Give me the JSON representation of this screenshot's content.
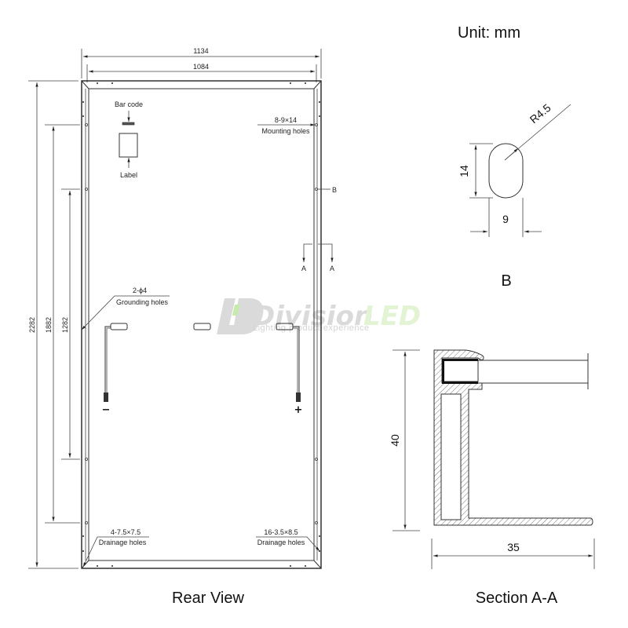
{
  "unit_label": "Unit: mm",
  "rear_view": {
    "title": "Rear View",
    "dimensions": {
      "overall_width": "1134",
      "inner_width": "1084",
      "overall_height": "2282",
      "mount_spacing_outer": "1882",
      "mount_spacing_inner": "1282"
    },
    "callouts": {
      "bar_code": "Bar code",
      "label": "Label",
      "mounting_spec": "8-9×14",
      "mounting_holes": "Mounting holes",
      "grounding_spec": "2-ϕ4",
      "grounding_holes": "Grounding holes",
      "drainage_left_spec": "4-7.5×7.5",
      "drainage_left_label": "Drainage holes",
      "drainage_right_spec": "16-3.5×8.5",
      "drainage_right_label": "Drainage holes",
      "detail_b_marker": "B",
      "section_marker_left": "A",
      "section_marker_right": "A"
    },
    "polarity": {
      "negative": "−",
      "positive": "+"
    }
  },
  "detail_b": {
    "title": "B",
    "radius": "R4.5",
    "height": "14",
    "width": "9"
  },
  "section_aa": {
    "title": "Section A-A",
    "height": "40",
    "width": "35"
  },
  "watermark": {
    "brand_part1": "Division",
    "brand_part2": "LED",
    "tagline": "Lighting product experience",
    "colors": {
      "gray": "#d6d6d6",
      "green": "#dff3cf"
    }
  }
}
